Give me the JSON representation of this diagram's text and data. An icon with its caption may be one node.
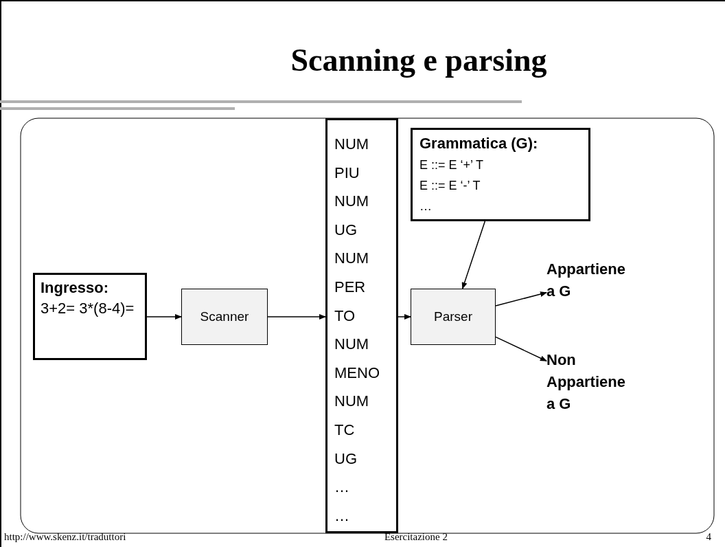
{
  "diagram": {
    "title": "Scanning e parsing",
    "nodes": [
      {
        "text": [
          "Ingresso:",
          "3+2= 3*(8-4)="
        ]
      },
      {
        "text": [
          "Scanner"
        ]
      },
      {
        "text": [
          "NUM",
          "PIU",
          "NUM",
          "UG",
          "NUM",
          "PER",
          "TO",
          "NUM",
          "MENO",
          "NUM",
          "TC",
          "UG",
          "…",
          "…"
        ]
      },
      {
        "text": [
          "Grammatica (G):",
          "E ::= E ‘+’ T",
          "E ::= E ‘-’ T",
          "…"
        ]
      },
      {
        "text": [
          "Parser"
        ]
      },
      {
        "text": [
          "Appartiene a G"
        ]
      },
      {
        "text": [
          "Non Appartiene a G"
        ]
      }
    ],
    "edges": [
      {
        "from": 0,
        "to": 1,
        "arrow": "to"
      },
      {
        "from": 1,
        "to": 2,
        "arrow": "to"
      },
      {
        "from": 2,
        "to": 4,
        "arrow": "to"
      },
      {
        "from": 3,
        "to": 4,
        "arrow": "to"
      },
      {
        "from": 4,
        "to": 5,
        "arrow": "to"
      },
      {
        "from": 4,
        "to": 6,
        "arrow": "to"
      }
    ],
    "labels": [
      "http://www.skenz.it/traduttori",
      "Esercitazione 2",
      "4"
    ]
  }
}
